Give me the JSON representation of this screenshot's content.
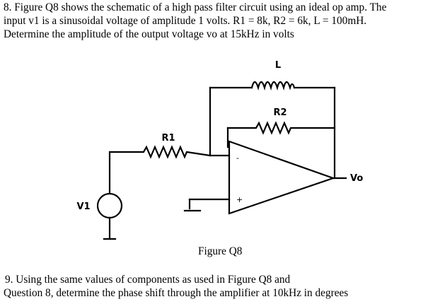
{
  "question8": {
    "line1": "8.  Figure Q8 shows the schematic of a high pass filter circuit using an ideal op amp. The",
    "line2": "input v1 is a sinusoidal voltage of amplitude 1 volts. R1 = 8k, R2 = 6k, L = 100mH.",
    "line3": "Determine the amplitude of the output voltage vo at 15kHz in volts"
  },
  "schematic": {
    "inductor_label": "L",
    "r2_label": "R2",
    "r1_label": "R1",
    "source_label": "V1",
    "output_label": "Vo",
    "inverting_sign": "-",
    "noninverting_sign": "+"
  },
  "figure_caption": "Figure Q8",
  "question9": {
    "line1": "9.   Using the same values of components as used in Figure Q8 and",
    "line2": "Question 8, determine the phase shift through the amplifier at 10kHz in degrees"
  }
}
